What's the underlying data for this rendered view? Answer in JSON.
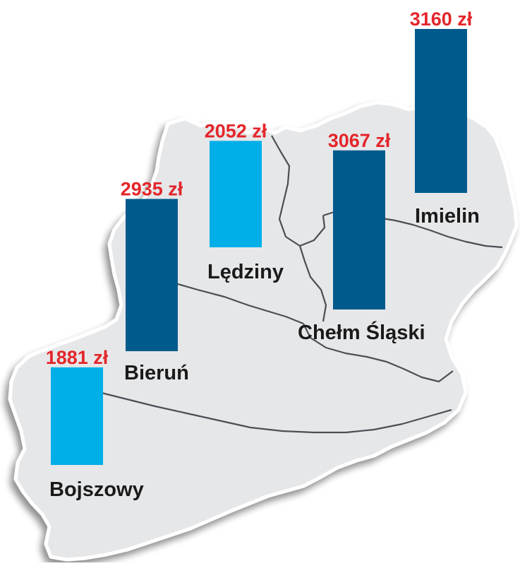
{
  "chart_data": {
    "type": "bar",
    "unit": "zł",
    "categories": [
      "Bojszowy",
      "Bieruń",
      "Lędziny",
      "Chełm Śląski",
      "Imielin"
    ],
    "values": [
      1881,
      2935,
      2052,
      3067,
      3160
    ],
    "value_labels": [
      "1881 zł",
      "2935 zł",
      "2052 zł",
      "3067 zł",
      "3160 zł"
    ],
    "bar_colors": [
      "#00aee8",
      "#005a8c",
      "#00aee8",
      "#005a8c",
      "#005a8c"
    ],
    "label_color": "#e3262b",
    "category_color": "#1a1a1a",
    "map_color": "#e6e7e9",
    "border_color": "#4a4f55"
  }
}
